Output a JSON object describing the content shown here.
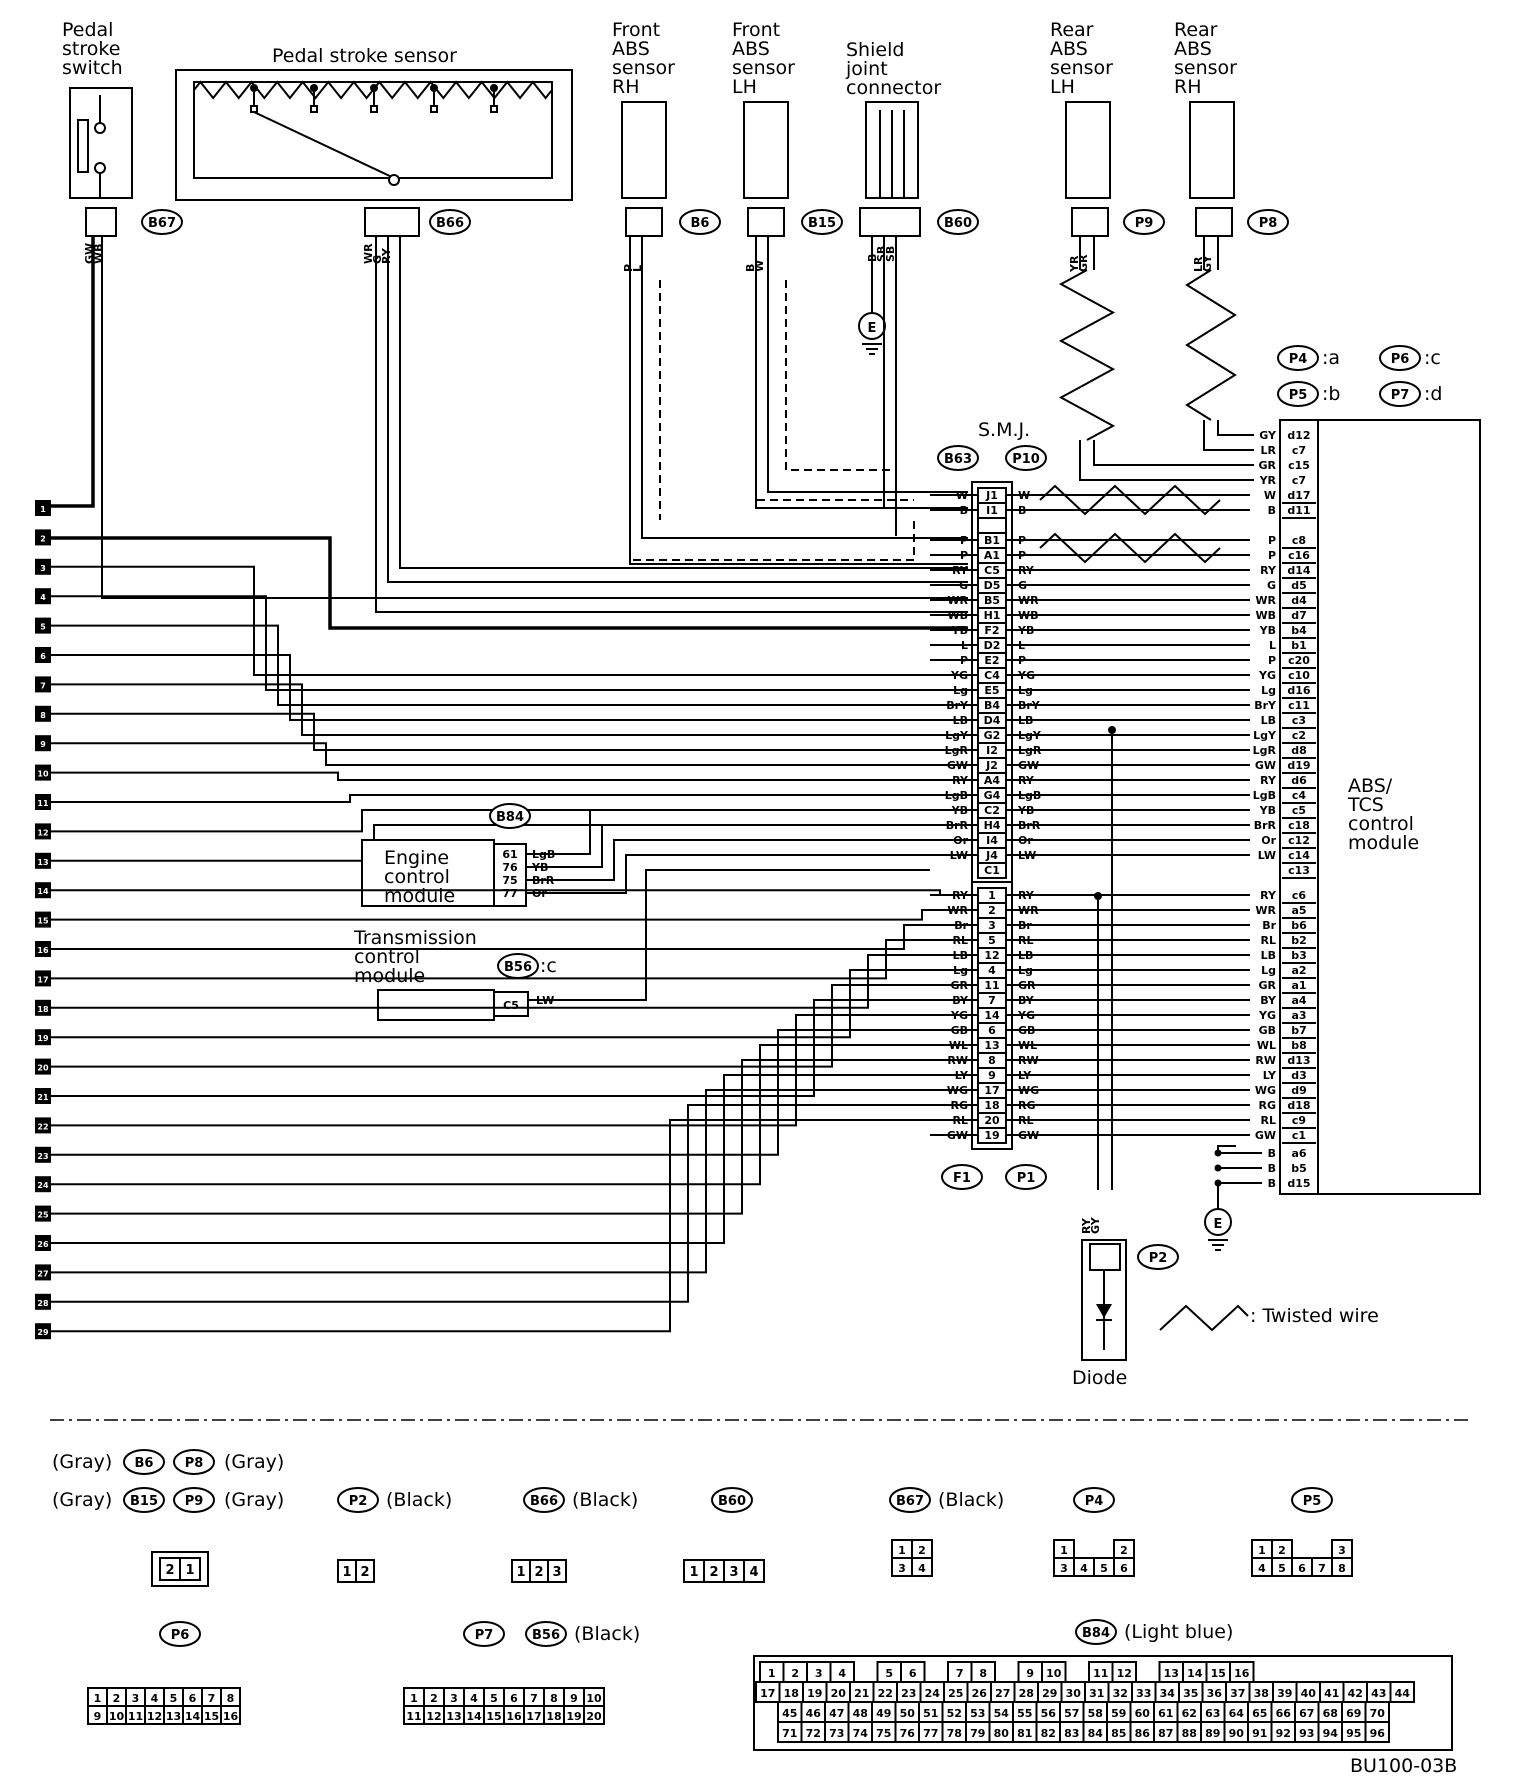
{
  "components": {
    "pedal_switch": [
      "Pedal",
      "stroke",
      "switch"
    ],
    "pedal_sensor": "Pedal stroke sensor",
    "front_rh": [
      "Front",
      "ABS",
      "sensor",
      "RH"
    ],
    "front_lh": [
      "Front",
      "ABS",
      "sensor",
      "LH"
    ],
    "shield": [
      "Shield",
      "joint",
      "connector"
    ],
    "rear_lh": [
      "Rear",
      "ABS",
      "sensor",
      "LH"
    ],
    "rear_rh": [
      "Rear",
      "ABS",
      "sensor",
      "RH"
    ],
    "abs_module": [
      "ABS/",
      "TCS",
      "control",
      "module"
    ],
    "ecm": [
      "Engine",
      "control",
      "module"
    ],
    "tcm": [
      "Transmission",
      "control",
      "module"
    ],
    "diode": "Diode",
    "smj": "S.M.J."
  },
  "connectors": {
    "B67": "B67",
    "B66": "B66",
    "B6": "B6",
    "B15": "B15",
    "B60": "B60",
    "P9": "P9",
    "P8": "P8",
    "B63": "B63",
    "P10": "P10",
    "B84": "B84",
    "B56c": "B56",
    "B56c_suffix": ":c",
    "F1": "F1",
    "P1": "P1",
    "P2": "P2"
  },
  "module_connectors": [
    {
      "id": "P4",
      "suffix": ":a"
    },
    {
      "id": "P6",
      "suffix": ":c"
    },
    {
      "id": "P5",
      "suffix": ":b"
    },
    {
      "id": "P7",
      "suffix": ":d"
    }
  ],
  "ground_symbol": "E",
  "legend_twisted": ": Twisted wire",
  "ground_terminals": [
    "1",
    "2",
    "3",
    "4",
    "5",
    "6",
    "7",
    "8",
    "9",
    "10",
    "11",
    "12",
    "13",
    "14",
    "15",
    "16",
    "17",
    "18",
    "19",
    "20",
    "21",
    "22",
    "23",
    "24",
    "25",
    "26",
    "27",
    "28",
    "29"
  ],
  "upper_rows": [
    {
      "wl": "W",
      "pin": "J1",
      "wr": "W",
      "mod": "d17"
    },
    {
      "wl": "B",
      "pin": "I1",
      "wr": "B",
      "mod": "d11"
    },
    {
      "wl": "",
      "pin": "",
      "wr": "",
      "mod": ""
    },
    {
      "wl": "P",
      "pin": "B1",
      "wr": "P",
      "mod": "c8"
    },
    {
      "wl": "P",
      "pin": "A1",
      "wr": "P",
      "mod": "c16"
    },
    {
      "wl": "RY",
      "pin": "C5",
      "wr": "RY",
      "mod": "d14"
    },
    {
      "wl": "G",
      "pin": "D5",
      "wr": "G",
      "mod": "d5"
    },
    {
      "wl": "WR",
      "pin": "B5",
      "wr": "WR",
      "mod": "d4"
    },
    {
      "wl": "WB",
      "pin": "H1",
      "wr": "WB",
      "mod": "d7"
    },
    {
      "wl": "YB",
      "pin": "F2",
      "wr": "YB",
      "mod": "b4"
    },
    {
      "wl": "L",
      "pin": "D2",
      "wr": "L",
      "mod": "b1"
    },
    {
      "wl": "P",
      "pin": "E2",
      "wr": "P",
      "mod": "c20"
    },
    {
      "wl": "YG",
      "pin": "C4",
      "wr": "YG",
      "mod": "c10"
    },
    {
      "wl": "Lg",
      "pin": "E5",
      "wr": "Lg",
      "mod": "d16"
    },
    {
      "wl": "BrY",
      "pin": "B4",
      "wr": "BrY",
      "mod": "c11"
    },
    {
      "wl": "LB",
      "pin": "D4",
      "wr": "LB",
      "mod": "c3"
    },
    {
      "wl": "LgY",
      "pin": "G2",
      "wr": "LgY",
      "mod": "c2"
    },
    {
      "wl": "LgR",
      "pin": "I2",
      "wr": "LgR",
      "mod": "d8"
    },
    {
      "wl": "GW",
      "pin": "J2",
      "wr": "GW",
      "mod": "d19"
    },
    {
      "wl": "RY",
      "pin": "A4",
      "wr": "RY",
      "mod": "d6"
    },
    {
      "wl": "LgB",
      "pin": "G4",
      "wr": "LgB",
      "mod": "c4"
    },
    {
      "wl": "YB",
      "pin": "C2",
      "wr": "YB",
      "mod": "c5"
    },
    {
      "wl": "BrR",
      "pin": "H4",
      "wr": "BrR",
      "mod": "c18"
    },
    {
      "wl": "Or",
      "pin": "I4",
      "wr": "Or",
      "mod": "c12"
    },
    {
      "wl": "LW",
      "pin": "J4",
      "wr": "LW",
      "mod": "c14"
    },
    {
      "wl": "",
      "pin": "C1",
      "wr": "",
      "mod": "c13"
    }
  ],
  "lower_rows": [
    {
      "wl": "RY",
      "pin": "1",
      "wr": "RY",
      "mod": "c6"
    },
    {
      "wl": "WR",
      "pin": "2",
      "wr": "WR",
      "mod": "a5"
    },
    {
      "wl": "Br",
      "pin": "3",
      "wr": "Br",
      "mod": "b6"
    },
    {
      "wl": "RL",
      "pin": "5",
      "wr": "RL",
      "mod": "b2"
    },
    {
      "wl": "LB",
      "pin": "12",
      "wr": "LB",
      "mod": "b3"
    },
    {
      "wl": "Lg",
      "pin": "4",
      "wr": "Lg",
      "mod": "a2"
    },
    {
      "wl": "GR",
      "pin": "11",
      "wr": "GR",
      "mod": "a1"
    },
    {
      "wl": "BY",
      "pin": "7",
      "wr": "BY",
      "mod": "a4"
    },
    {
      "wl": "YG",
      "pin": "14",
      "wr": "YG",
      "mod": "a3"
    },
    {
      "wl": "GB",
      "pin": "6",
      "wr": "GB",
      "mod": "b7"
    },
    {
      "wl": "WL",
      "pin": "13",
      "wr": "WL",
      "mod": "b8"
    },
    {
      "wl": "RW",
      "pin": "8",
      "wr": "RW",
      "mod": "d13"
    },
    {
      "wl": "LY",
      "pin": "9",
      "wr": "LY",
      "mod": "d3"
    },
    {
      "wl": "WG",
      "pin": "17",
      "wr": "WG",
      "mod": "d9"
    },
    {
      "wl": "RG",
      "pin": "18",
      "wr": "RG",
      "mod": "d18"
    },
    {
      "wl": "RL",
      "pin": "20",
      "wr": "RL",
      "mod": "c9"
    },
    {
      "wl": "GW",
      "pin": "19",
      "wr": "GW",
      "mod": "c1"
    }
  ],
  "ground_rows": [
    {
      "wr": "B",
      "mod": "a6"
    },
    {
      "wr": "B",
      "mod": "b5"
    },
    {
      "wr": "B",
      "mod": "d15"
    }
  ],
  "top_rows": [
    {
      "wr": "GY",
      "mod": "d12"
    },
    {
      "wr": "LR",
      "mod": "c7"
    },
    {
      "wr": "GR",
      "mod": "c15"
    },
    {
      "wr": "YR",
      "mod": "c7"
    }
  ],
  "ecm_pins": [
    {
      "pin": "61",
      "wire": "LgB"
    },
    {
      "pin": "76",
      "wire": "YB"
    },
    {
      "pin": "75",
      "wire": "BrR"
    },
    {
      "pin": "77",
      "wire": "Or"
    }
  ],
  "tcm_pin": {
    "pin": "C5",
    "wire": "LW"
  },
  "sensor_wires": {
    "b67": [
      "GW",
      "WB"
    ],
    "b66": [
      "WR",
      "G",
      "RY"
    ],
    "b6": [
      "P",
      "L"
    ],
    "b15": [
      "B",
      "W"
    ],
    "b60": [
      "B",
      "SB",
      "SB"
    ],
    "p9": [
      "YR",
      "GR"
    ],
    "p8": [
      "LR",
      "GY"
    ],
    "p2": [
      "RY",
      "GY"
    ]
  },
  "legend": {
    "row1": [
      {
        "text": "(Gray)"
      },
      {
        "badge": "B6"
      },
      {
        "badge": "P8"
      },
      {
        "text": "(Gray)"
      }
    ],
    "row2": [
      {
        "text": "(Gray)"
      },
      {
        "badge": "B15"
      },
      {
        "badge": "P9"
      },
      {
        "text": "(Gray)"
      }
    ],
    "p2_label": "(Black)",
    "b66_label": "(Black)",
    "b67_label": "(Black)",
    "b56_label": "(Black)",
    "b84_label": "(Light blue)",
    "b6_pins": [
      "2",
      "1"
    ],
    "p2_pins": [
      "1",
      "2"
    ],
    "b66_pins": [
      "1",
      "2",
      "3"
    ],
    "b60_pins": [
      "1",
      "2",
      "3",
      "4"
    ],
    "b67_pins": [
      [
        "1",
        "2"
      ],
      [
        "3",
        "4"
      ]
    ],
    "p4_pins": [
      [
        "1",
        "",
        "",
        "2"
      ],
      [
        "3",
        "4",
        "5",
        "6"
      ]
    ],
    "p5_pins": [
      [
        "1",
        "2",
        "",
        "",
        "3"
      ],
      [
        "4",
        "5",
        "6",
        "7",
        "8"
      ]
    ],
    "p6_pins": [
      [
        "1",
        "2",
        "3",
        "4",
        "5",
        "6",
        "7",
        "8"
      ],
      [
        "9",
        "10",
        "11",
        "12",
        "13",
        "14",
        "15",
        "16"
      ]
    ],
    "p7_pins": [
      [
        "1",
        "2",
        "3",
        "4",
        "5",
        "6",
        "7",
        "8",
        "9",
        "10"
      ],
      [
        "11",
        "12",
        "13",
        "14",
        "15",
        "16",
        "17",
        "18",
        "19",
        "20"
      ]
    ],
    "b84_rows": [
      [
        "1",
        "2",
        "3",
        "4",
        "",
        "5",
        "6",
        "",
        "7",
        "8",
        "",
        "9",
        "10",
        "",
        "11",
        "12",
        "",
        "13",
        "14",
        "15",
        "16"
      ],
      [
        "17",
        "18",
        "19",
        "20",
        "21",
        "22",
        "23",
        "24",
        "25",
        "26",
        "27",
        "28",
        "29",
        "30",
        "31",
        "32",
        "33",
        "34",
        "35",
        "36",
        "37",
        "38",
        "39",
        "40",
        "41",
        "42",
        "43",
        "44"
      ],
      [
        "45",
        "46",
        "47",
        "48",
        "49",
        "50",
        "51",
        "52",
        "53",
        "54",
        "55",
        "56",
        "57",
        "58",
        "59",
        "60",
        "61",
        "62",
        "63",
        "64",
        "65",
        "66",
        "67",
        "68",
        "69",
        "70"
      ],
      [
        "71",
        "72",
        "73",
        "74",
        "75",
        "76",
        "77",
        "78",
        "79",
        "80",
        "81",
        "82",
        "83",
        "84",
        "85",
        "86",
        "87",
        "88",
        "89",
        "90",
        "91",
        "92",
        "93",
        "94",
        "95",
        "96"
      ]
    ]
  },
  "figure_code": "BU100-03B"
}
